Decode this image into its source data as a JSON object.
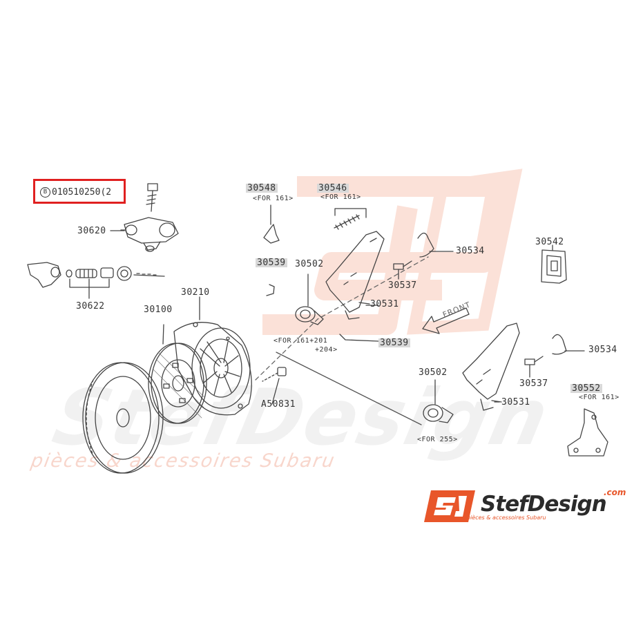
{
  "bolt_ref": {
    "circle_letter": "B",
    "part_number": "010510250",
    "quantity": "(2"
  },
  "parts": {
    "p30620": "30620",
    "p30622": "30622",
    "p30100": "30100",
    "p30210": "30210",
    "pA50831": "A50831",
    "p30548": "30548",
    "p30548_note": "<FOR 161>",
    "p30546": "30546",
    "p30546_note": "<FOR 161>",
    "p30539_a": "30539",
    "p30502_a": "30502",
    "p30534_a": "30534",
    "p30537_a": "30537",
    "p30531_a": "30531",
    "p30542": "30542",
    "note_161_201": "<FOR 161+201",
    "note_204": "+204>",
    "p30539_b": "30539",
    "p30534_b": "30534",
    "p30537_b": "30537",
    "p30531_b": "30531",
    "p30502_b": "30502",
    "p30552": "30552",
    "p30552_note": "<FOR 161>",
    "note_255": "<FOR 255>"
  },
  "direction_label": "FRONT",
  "watermark": {
    "name": "StefDesign",
    "tagline": "pièces & accessoires Subaru"
  },
  "brand": {
    "name": "StefDesign",
    "domain": ".com",
    "tagline": "pièces & accessoires Subaru",
    "logo_icon": "sd-logo-icon"
  },
  "colors": {
    "highlight_box": "#e02020",
    "brand_orange": "#e8562a",
    "line_art": "#333333"
  }
}
